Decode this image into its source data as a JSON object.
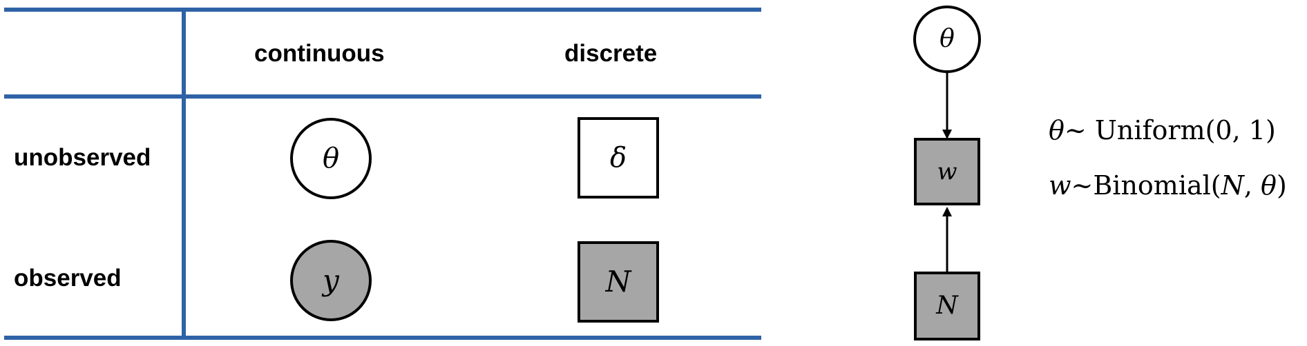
{
  "table": {
    "headers": {
      "continuous": "continuous",
      "discrete": "discrete"
    },
    "rows": {
      "unobserved": "unobserved",
      "observed": "observed"
    },
    "cells": {
      "unobserved_continuous": "θ",
      "unobserved_discrete": "δ",
      "observed_continuous": "y",
      "observed_discrete": "N"
    },
    "line_color": "#2e62a6"
  },
  "graph": {
    "theta_node": "θ",
    "w_node": "w",
    "n_node": "N"
  },
  "equations": {
    "eq1": {
      "var": "θ",
      "tilde": "~",
      "dist": " Uniform(0, 1)"
    },
    "eq2": {
      "var": "w",
      "tilde": "~",
      "dist": "Binomial(",
      "arg1": "N",
      "sep": ", ",
      "arg2": "θ",
      "close": ")"
    }
  },
  "colors": {
    "observed_fill": "#a6a6a6",
    "unobserved_fill": "#ffffff",
    "outline": "#000000"
  }
}
